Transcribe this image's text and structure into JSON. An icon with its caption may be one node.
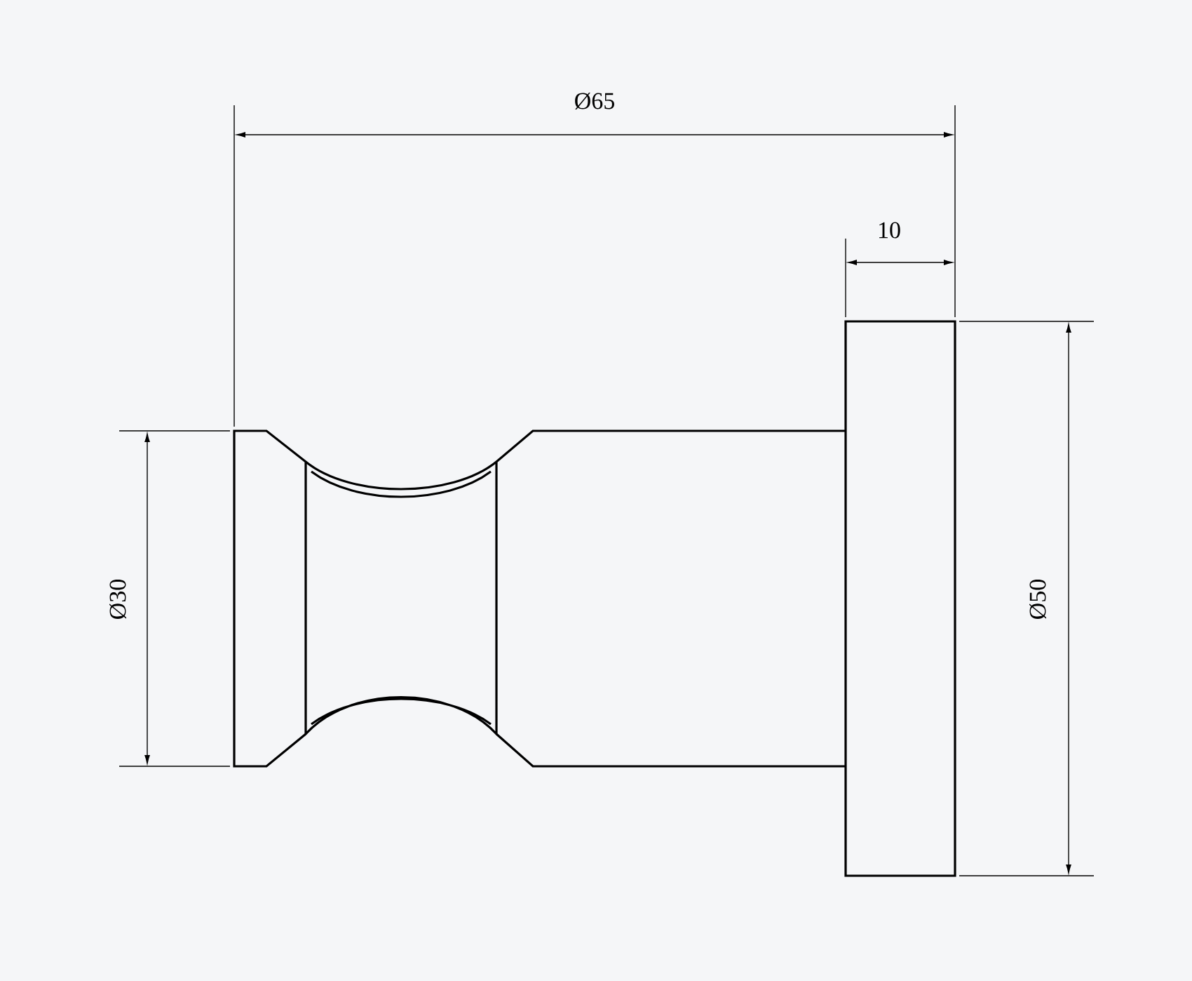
{
  "diagram": {
    "labels": [
      "Ø65",
      "10",
      "Ø30",
      "Ø50"
    ]
  }
}
